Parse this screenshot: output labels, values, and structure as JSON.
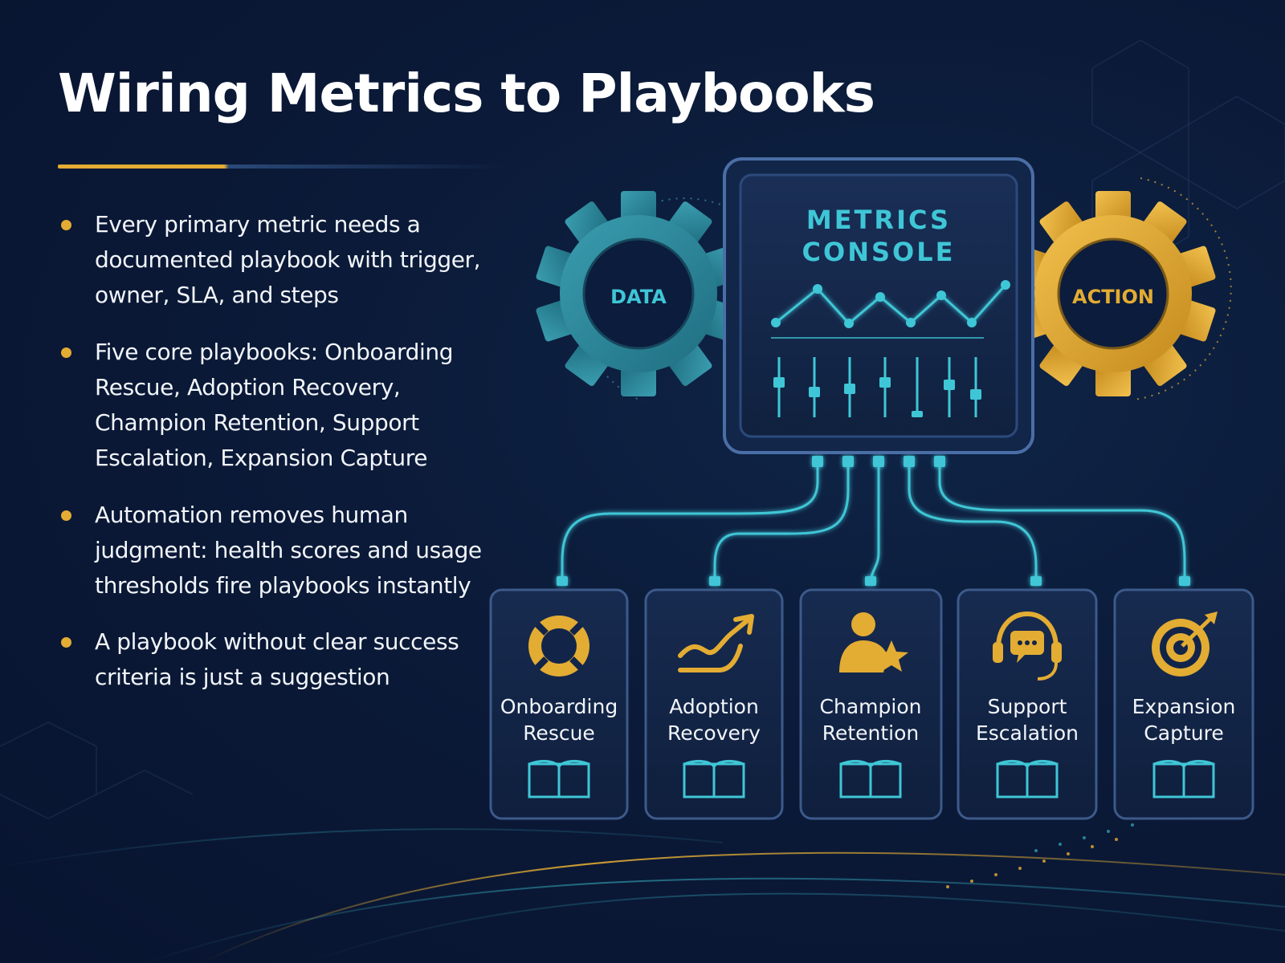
{
  "title": "Wiring Metrics to Playbooks",
  "bullets": [
    "Every primary metric needs a documented playbook with trigger, owner, SLA, and steps",
    "Five core playbooks: Onboarding Rescue, Adoption Recovery, Champion Retention, Support Escalation, Expansion Capture",
    "Automation removes human judgment: health scores and usage thresholds fire playbooks instantly",
    "A playbook without clear success criteria is just a suggestion"
  ],
  "console": {
    "line1": "METRICS",
    "line2": "CONSOLE"
  },
  "gears": {
    "left": "DATA",
    "right": "ACTION"
  },
  "playbooks": [
    {
      "line1": "Onboarding",
      "line2": "Rescue",
      "icon": "lifebuoy-icon"
    },
    {
      "line1": "Adoption",
      "line2": "Recovery",
      "icon": "trend-up-icon"
    },
    {
      "line1": "Champion",
      "line2": "Retention",
      "icon": "person-star-icon"
    },
    {
      "line1": "Support",
      "line2": "Escalation",
      "icon": "headset-icon"
    },
    {
      "line1": "Expansion",
      "line2": "Capture",
      "icon": "target-icon"
    }
  ],
  "colors": {
    "teal": "#3fc6d6",
    "gold": "#e3ac33",
    "navy": "#0b1a38"
  }
}
